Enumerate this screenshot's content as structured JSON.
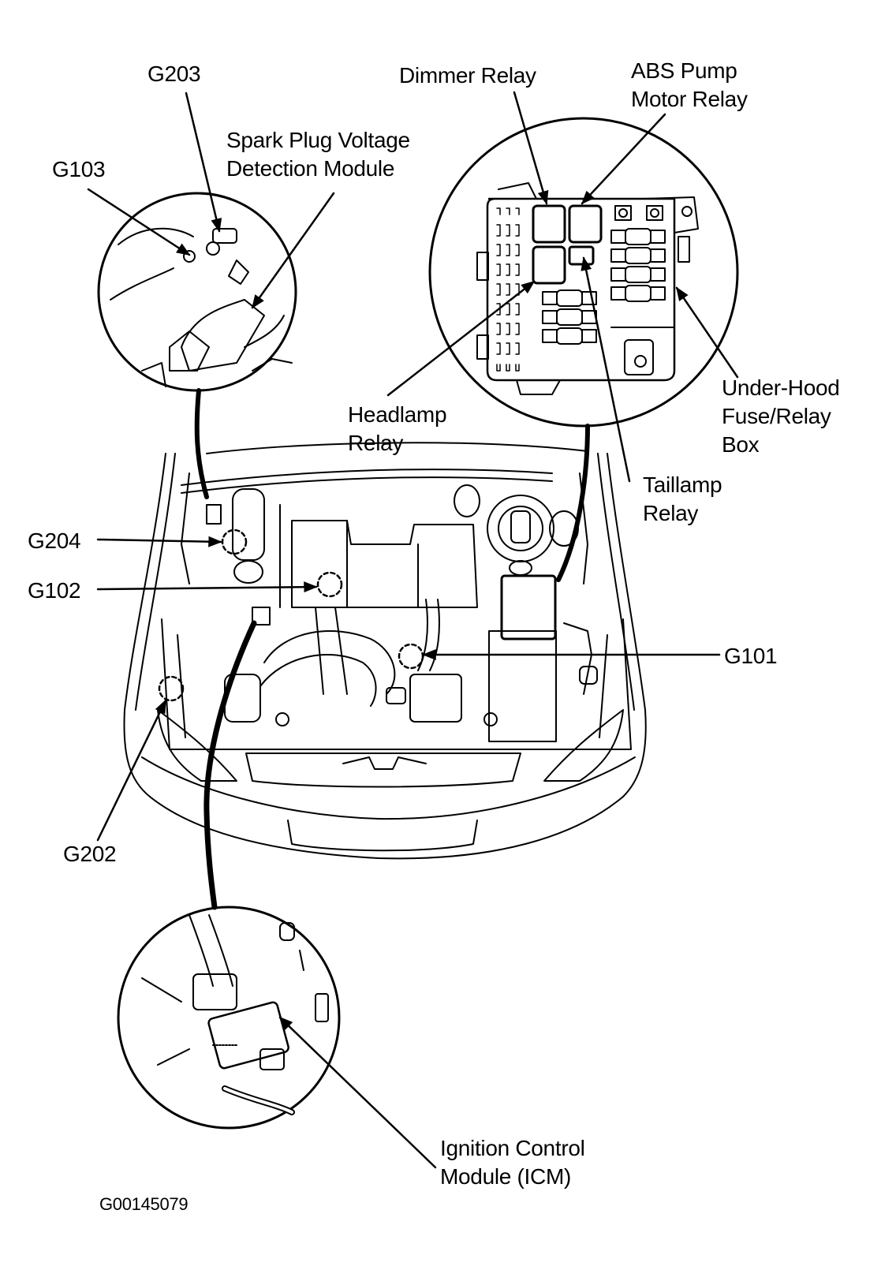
{
  "figure_id": "G00145079",
  "colors": {
    "ink": "#000000",
    "paper": "#ffffff"
  },
  "labels": {
    "g203": "G203",
    "g103": "G103",
    "spark_plug": "Spark Plug Voltage\nDetection Module",
    "dimmer_relay": "Dimmer Relay",
    "abs_pump": "ABS Pump\nMotor Relay",
    "headlamp_relay": "Headlamp\nRelay",
    "underhood_box": "Under-Hood\nFuse/Relay\nBox",
    "taillamp_relay": "Taillamp\nRelay",
    "g204": "G204",
    "g102": "G102",
    "g101": "G101",
    "g202": "G202",
    "icm": "Ignition Control\nModule (ICM)"
  },
  "insets": [
    {
      "name": "spark-plug-module-inset",
      "shows": "Spark Plug Voltage Detection Module, G103, G203"
    },
    {
      "name": "fuse-relay-box-inset",
      "shows": "Under-Hood Fuse/Relay Box relays"
    },
    {
      "name": "icm-inset",
      "shows": "Ignition Control Module (ICM)"
    }
  ],
  "ground_points": [
    "G101",
    "G102",
    "G103",
    "G202",
    "G203",
    "G204"
  ]
}
